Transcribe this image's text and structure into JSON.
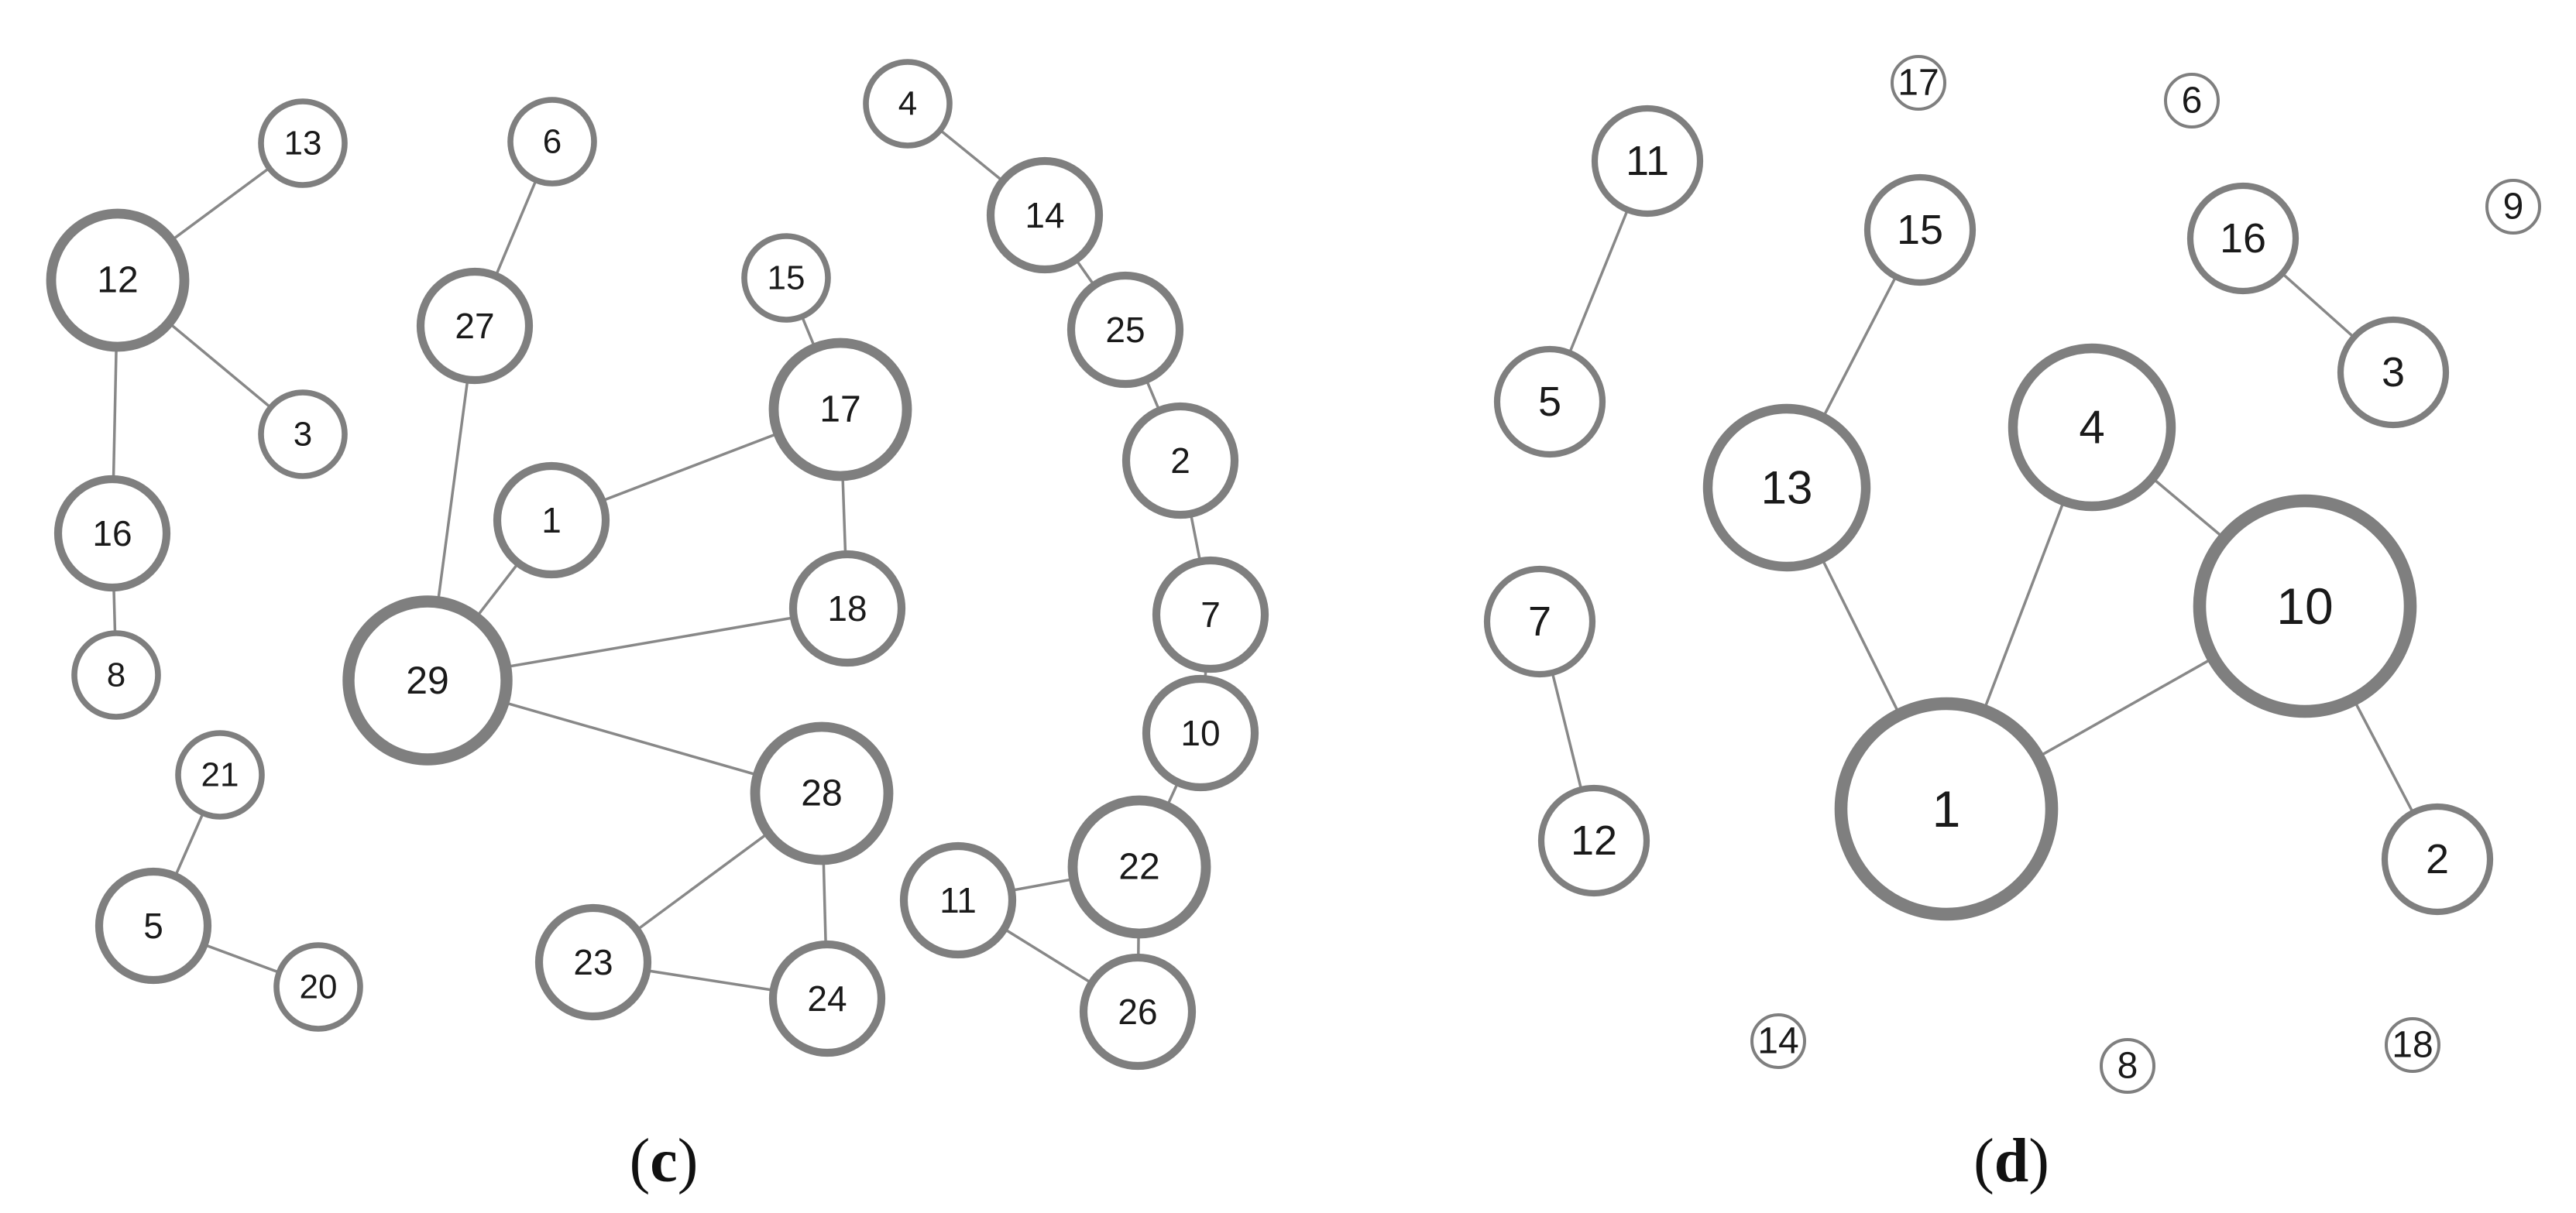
{
  "panels": [
    {
      "id": "c",
      "label_open": "(",
      "label_letter": "c",
      "label_close": ")",
      "nodes": [
        {
          "id": "12",
          "label": "12",
          "degree": 3
        },
        {
          "id": "13",
          "label": "13",
          "degree": 1
        },
        {
          "id": "3",
          "label": "3",
          "degree": 1
        },
        {
          "id": "16",
          "label": "16",
          "degree": 2
        },
        {
          "id": "8",
          "label": "8",
          "degree": 1
        },
        {
          "id": "21",
          "label": "21",
          "degree": 1
        },
        {
          "id": "5",
          "label": "5",
          "degree": 2
        },
        {
          "id": "20",
          "label": "20",
          "degree": 1
        },
        {
          "id": "6",
          "label": "6",
          "degree": 1
        },
        {
          "id": "27",
          "label": "27",
          "degree": 2
        },
        {
          "id": "1",
          "label": "1",
          "degree": 2
        },
        {
          "id": "29",
          "label": "29",
          "degree": 4
        },
        {
          "id": "15",
          "label": "15",
          "degree": 1
        },
        {
          "id": "17",
          "label": "17",
          "degree": 3
        },
        {
          "id": "18",
          "label": "18",
          "degree": 2
        },
        {
          "id": "28",
          "label": "28",
          "degree": 3
        },
        {
          "id": "23",
          "label": "23",
          "degree": 2
        },
        {
          "id": "24",
          "label": "24",
          "degree": 2
        },
        {
          "id": "4",
          "label": "4",
          "degree": 1
        },
        {
          "id": "14",
          "label": "14",
          "degree": 2
        },
        {
          "id": "25",
          "label": "25",
          "degree": 2
        },
        {
          "id": "2",
          "label": "2",
          "degree": 2
        },
        {
          "id": "7",
          "label": "7",
          "degree": 2
        },
        {
          "id": "10",
          "label": "10",
          "degree": 2
        },
        {
          "id": "22",
          "label": "22",
          "degree": 3
        },
        {
          "id": "11",
          "label": "11",
          "degree": 2
        },
        {
          "id": "26",
          "label": "26",
          "degree": 2
        }
      ],
      "edges": [
        [
          "12",
          "13"
        ],
        [
          "12",
          "3"
        ],
        [
          "12",
          "16"
        ],
        [
          "16",
          "8"
        ],
        [
          "21",
          "5"
        ],
        [
          "5",
          "20"
        ],
        [
          "6",
          "27"
        ],
        [
          "27",
          "29"
        ],
        [
          "1",
          "29"
        ],
        [
          "1",
          "17"
        ],
        [
          "15",
          "17"
        ],
        [
          "17",
          "18"
        ],
        [
          "29",
          "18"
        ],
        [
          "29",
          "28"
        ],
        [
          "28",
          "23"
        ],
        [
          "28",
          "24"
        ],
        [
          "23",
          "24"
        ],
        [
          "4",
          "14"
        ],
        [
          "14",
          "25"
        ],
        [
          "25",
          "2"
        ],
        [
          "2",
          "7"
        ],
        [
          "7",
          "10"
        ],
        [
          "10",
          "22"
        ],
        [
          "22",
          "11"
        ],
        [
          "22",
          "26"
        ],
        [
          "11",
          "26"
        ]
      ]
    },
    {
      "id": "d",
      "label_open": "(",
      "label_letter": "d",
      "label_close": ")",
      "nodes": [
        {
          "id": "17",
          "label": "17",
          "degree": 0
        },
        {
          "id": "6",
          "label": "6",
          "degree": 0
        },
        {
          "id": "9",
          "label": "9",
          "degree": 0
        },
        {
          "id": "11",
          "label": "11",
          "degree": 1
        },
        {
          "id": "5",
          "label": "5",
          "degree": 1
        },
        {
          "id": "15",
          "label": "15",
          "degree": 1
        },
        {
          "id": "16",
          "label": "16",
          "degree": 1
        },
        {
          "id": "3",
          "label": "3",
          "degree": 1
        },
        {
          "id": "13",
          "label": "13",
          "degree": 2
        },
        {
          "id": "4",
          "label": "4",
          "degree": 2
        },
        {
          "id": "10",
          "label": "10",
          "degree": 3
        },
        {
          "id": "7",
          "label": "7",
          "degree": 1
        },
        {
          "id": "12",
          "label": "12",
          "degree": 1
        },
        {
          "id": "1",
          "label": "1",
          "degree": 3
        },
        {
          "id": "2",
          "label": "2",
          "degree": 1
        },
        {
          "id": "14",
          "label": "14",
          "degree": 0
        },
        {
          "id": "8",
          "label": "8",
          "degree": 0
        },
        {
          "id": "18",
          "label": "18",
          "degree": 0
        }
      ],
      "edges": [
        [
          "11",
          "5"
        ],
        [
          "15",
          "13"
        ],
        [
          "16",
          "3"
        ],
        [
          "13",
          "1"
        ],
        [
          "4",
          "1"
        ],
        [
          "4",
          "10"
        ],
        [
          "10",
          "1"
        ],
        [
          "10",
          "2"
        ],
        [
          "7",
          "12"
        ]
      ]
    }
  ]
}
